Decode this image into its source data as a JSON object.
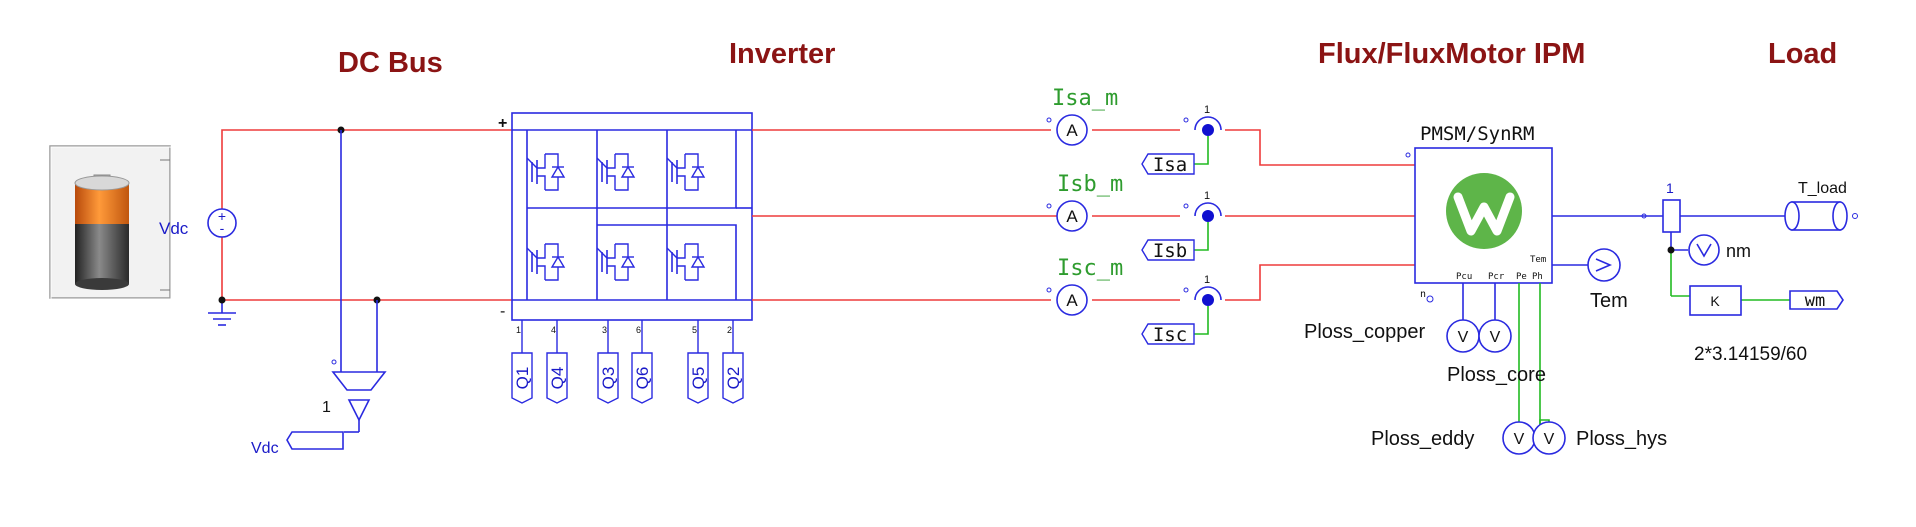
{
  "sections": {
    "dc_bus": "DC Bus",
    "inverter": "Inverter",
    "machine": "Flux/FluxMotor IPM",
    "load": "Load"
  },
  "dc_source": {
    "label": "Vdc",
    "plus": "+",
    "minus": "-"
  },
  "voltage_probe": {
    "gain": "1",
    "output": "Vdc"
  },
  "inverter_block": {
    "plus": "+",
    "minus": "-",
    "pins": [
      "1",
      "4",
      "3",
      "6",
      "5",
      "2"
    ],
    "gates": [
      "Q1",
      "Q4",
      "Q3",
      "Q6",
      "Q5",
      "Q2"
    ]
  },
  "ammeters": [
    {
      "label": "Isa_m",
      "symbol": "A",
      "output": "Isa"
    },
    {
      "label": "Isb_m",
      "symbol": "A",
      "output": "Isb"
    },
    {
      "label": "Isc_m",
      "symbol": "A",
      "output": "Isc"
    }
  ],
  "current_sensor_gain": "1",
  "motor": {
    "title": "PMSM/SynRM",
    "pins": {
      "pcu": "Pcu",
      "pcr": "Pcr",
      "pe": "Pe",
      "ph": "Ph",
      "tem": "Tem",
      "n": "n"
    }
  },
  "meters": {
    "symbol": "V",
    "ploss_copper": "Ploss_copper",
    "ploss_core": "Ploss_core",
    "ploss_eddy": "Ploss_eddy",
    "ploss_hys": "Ploss_hys",
    "tem": "Tem",
    "nm": "nm"
  },
  "load": {
    "speed_sensor_gain": "1",
    "torque": "T_load",
    "gain_block": "K",
    "gain_expr": "2*3.14159/60",
    "output": "wm"
  }
}
